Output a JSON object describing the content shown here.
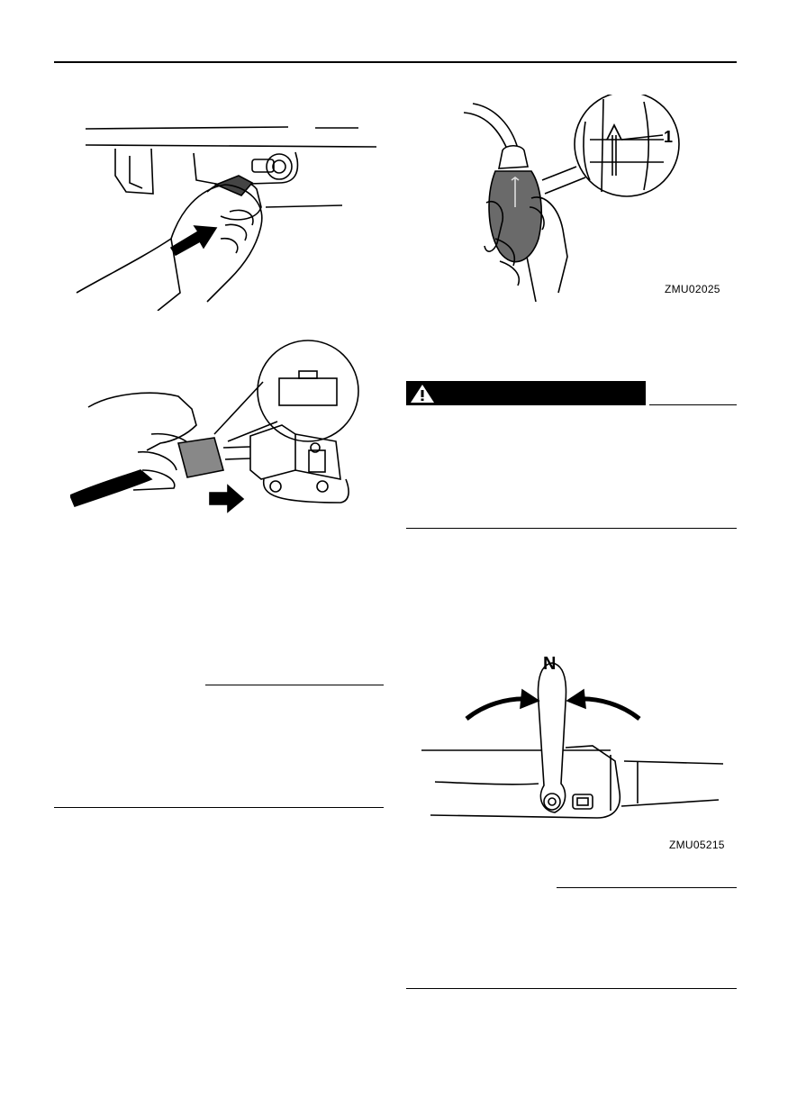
{
  "figures": {
    "primer_bulb": {
      "callout_number": "1",
      "code": "ZMU02025"
    },
    "shift_lever": {
      "position_label": "N",
      "code": "ZMU05215"
    }
  },
  "icons": {
    "warning": "warning-triangle-icon",
    "arrow": "push-arrow-icon"
  },
  "colors": {
    "ink": "#000000",
    "paper": "#ffffff",
    "bulb_shade": "#6a6a6a"
  }
}
